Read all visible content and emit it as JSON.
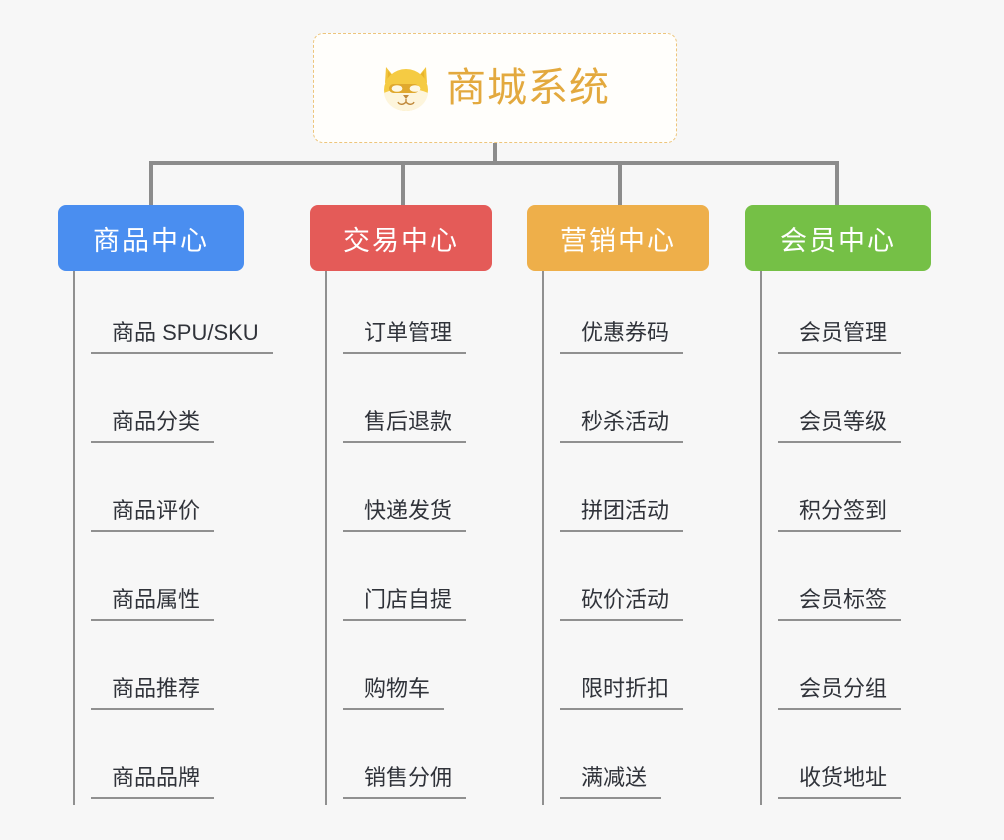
{
  "diagram": {
    "title": "商城系统",
    "root_icon": "shiba-dog-icon",
    "background_color": "#f7f7f7",
    "root_border_color": "#edc57c",
    "root_title_color": "#e3a93e",
    "connector_color": "#8c8c8c",
    "branches": [
      {
        "label": "商品中心",
        "color": "#4a8ef0",
        "items": [
          "商品 SPU/SKU",
          "商品分类",
          "商品评价",
          "商品属性",
          "商品推荐",
          "商品品牌"
        ]
      },
      {
        "label": "交易中心",
        "color": "#e45b58",
        "items": [
          "订单管理",
          "售后退款",
          "快递发货",
          "门店自提",
          "购物车",
          "销售分佣"
        ]
      },
      {
        "label": "营销中心",
        "color": "#eeaf4a",
        "items": [
          "优惠券码",
          "秒杀活动",
          "拼团活动",
          "砍价活动",
          "限时折扣",
          "满减送"
        ]
      },
      {
        "label": "会员中心",
        "color": "#75c046",
        "items": [
          "会员管理",
          "会员等级",
          "积分签到",
          "会员标签",
          "会员分组",
          "收货地址"
        ]
      }
    ]
  }
}
